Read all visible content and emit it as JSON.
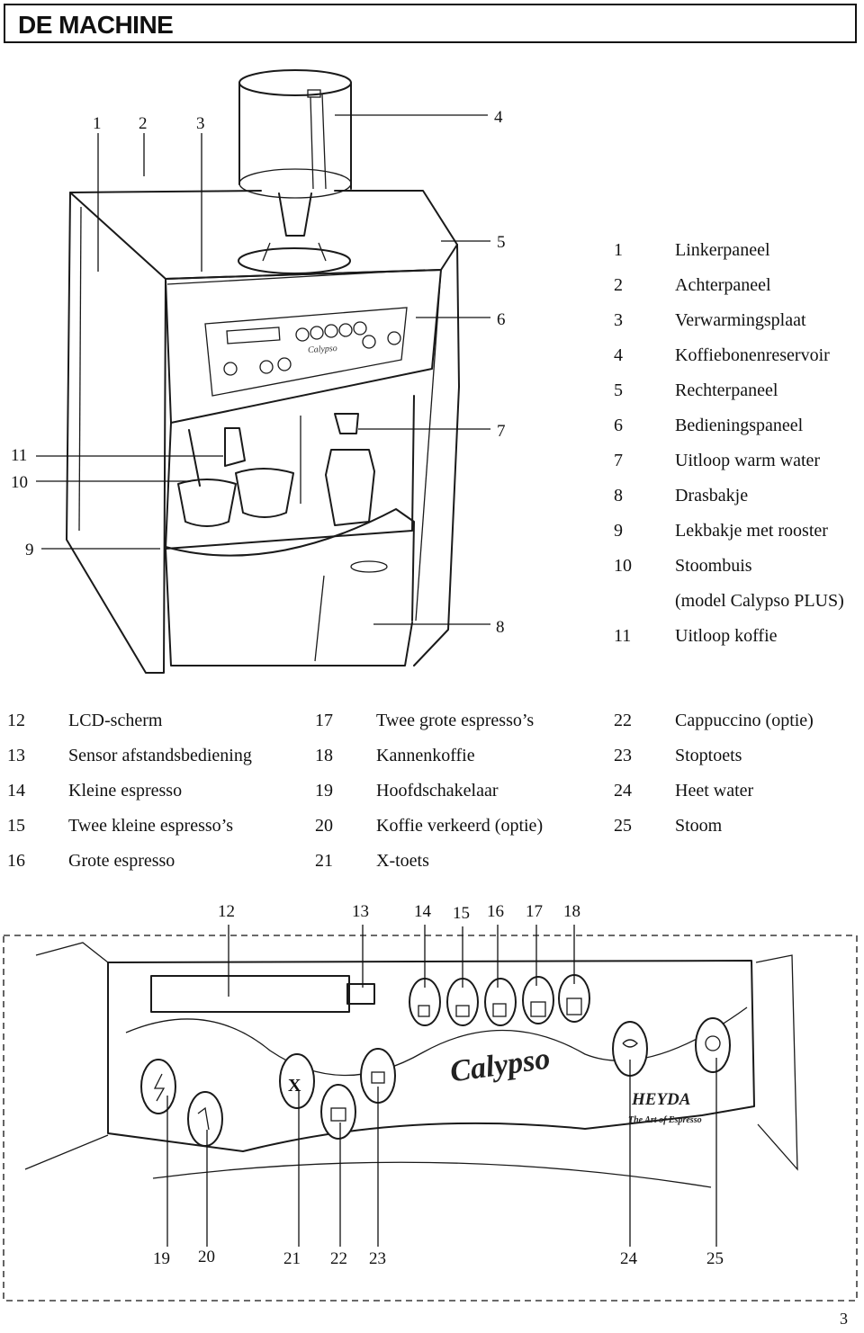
{
  "title": "DE MACHINE",
  "machine_callouts": {
    "c1": "1",
    "c2": "2",
    "c3": "3",
    "c4": "4",
    "c5": "5",
    "c6": "6",
    "c7": "7",
    "c8": "8",
    "c9": "9",
    "c10": "10",
    "c11": "11"
  },
  "machine_legend": [
    {
      "num": "1",
      "label": "Linkerpaneel"
    },
    {
      "num": "2",
      "label": "Achterpaneel"
    },
    {
      "num": "3",
      "label": "Verwarmingsplaat"
    },
    {
      "num": "4",
      "label": "Koffiebonenreservoir"
    },
    {
      "num": "5",
      "label": "Rechterpaneel"
    },
    {
      "num": "6",
      "label": "Bedieningspaneel"
    },
    {
      "num": "7",
      "label": "Uitloop warm water"
    },
    {
      "num": "8",
      "label": "Drasbakje"
    },
    {
      "num": "9",
      "label": "Lekbakje met rooster"
    },
    {
      "num": "10",
      "label": "Stoombuis"
    },
    {
      "num": "",
      "label": "(model Calypso PLUS)"
    },
    {
      "num": "11",
      "label": "Uitloop koffie"
    }
  ],
  "panel_legend": {
    "col1": [
      {
        "num": "12",
        "label": "LCD-scherm"
      },
      {
        "num": "13",
        "label": "Sensor afstandsbediening"
      },
      {
        "num": "14",
        "label": "Kleine espresso"
      },
      {
        "num": "15",
        "label": "Twee kleine espresso’s"
      },
      {
        "num": "16",
        "label": "Grote espresso"
      }
    ],
    "col2": [
      {
        "num": "17",
        "label": "Twee grote espresso’s"
      },
      {
        "num": "18",
        "label": "Kannenkoffie"
      },
      {
        "num": "19",
        "label": "Hoofdschakelaar"
      },
      {
        "num": "20",
        "label": "Koffie verkeerd (optie)"
      },
      {
        "num": "21",
        "label": "X-toets"
      }
    ],
    "col3": [
      {
        "num": "22",
        "label": "Cappuccino (optie)"
      },
      {
        "num": "23",
        "label": "Stoptoets"
      },
      {
        "num": "24",
        "label": "Heet water"
      },
      {
        "num": "25",
        "label": "Stoom"
      }
    ]
  },
  "panel_callouts": {
    "c12": "12",
    "c13": "13",
    "c14": "14",
    "c15": "15",
    "c16": "16",
    "c17": "17",
    "c18": "18",
    "c19": "19",
    "c20": "20",
    "c21": "21",
    "c22": "22",
    "c23": "23",
    "c24": "24",
    "c25": "25"
  },
  "panel_text": {
    "brand": "Calypso",
    "maker": "HEYDA",
    "tagline": "The Art of Espresso",
    "machine_brand": "Calypso",
    "x_key": "X"
  },
  "page_number": "3"
}
